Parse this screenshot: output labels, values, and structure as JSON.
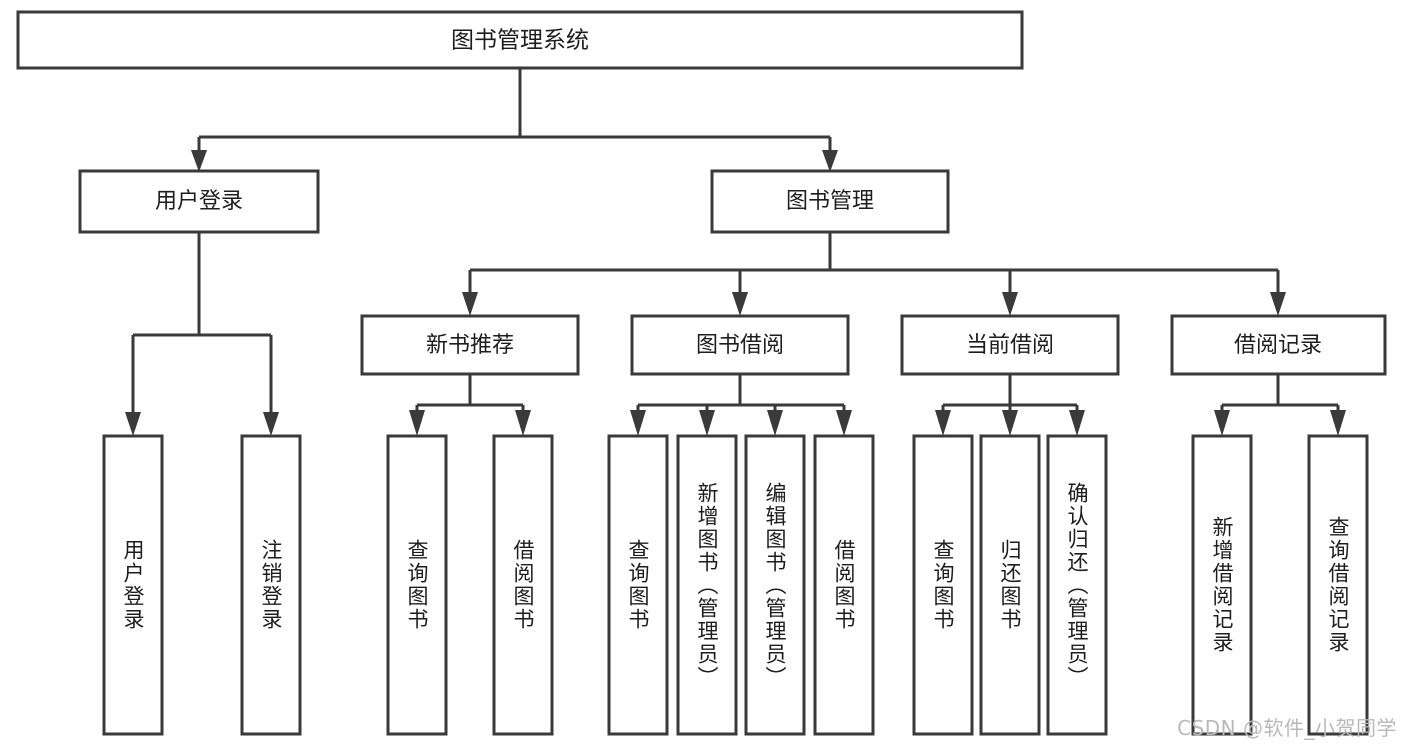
{
  "diagram": {
    "type": "tree-hierarchy",
    "title": "图书管理系统",
    "root": {
      "label": "图书管理系统"
    },
    "level2": [
      {
        "label": "用户登录"
      },
      {
        "label": "图书管理"
      }
    ],
    "level3": [
      {
        "label": "新书推荐"
      },
      {
        "label": "图书借阅"
      },
      {
        "label": "当前借阅"
      },
      {
        "label": "借阅记录"
      }
    ],
    "leaves": {
      "user_login": [
        {
          "label": "用户登录"
        },
        {
          "label": "注销登录"
        }
      ],
      "new_book_recommend": [
        {
          "label": "查询图书"
        },
        {
          "label": "借阅图书"
        }
      ],
      "book_borrow": [
        {
          "label": "查询图书"
        },
        {
          "label": "新增图书（管理员）"
        },
        {
          "label": "编辑图书（管理员）"
        },
        {
          "label": "借阅图书"
        }
      ],
      "current_borrow": [
        {
          "label": "查询图书"
        },
        {
          "label": "归还图书"
        },
        {
          "label": "确认归还（管理员）"
        }
      ],
      "borrow_record": [
        {
          "label": "新增借阅记录"
        },
        {
          "label": "查询借阅记录"
        }
      ]
    }
  },
  "watermark": {
    "text": "CSDN @软件_小贺同学"
  },
  "colors": {
    "stroke": "#3a3a3a",
    "fill": "#ffffff",
    "text": "#1d1d1d",
    "watermark": "#b9b9b9"
  }
}
